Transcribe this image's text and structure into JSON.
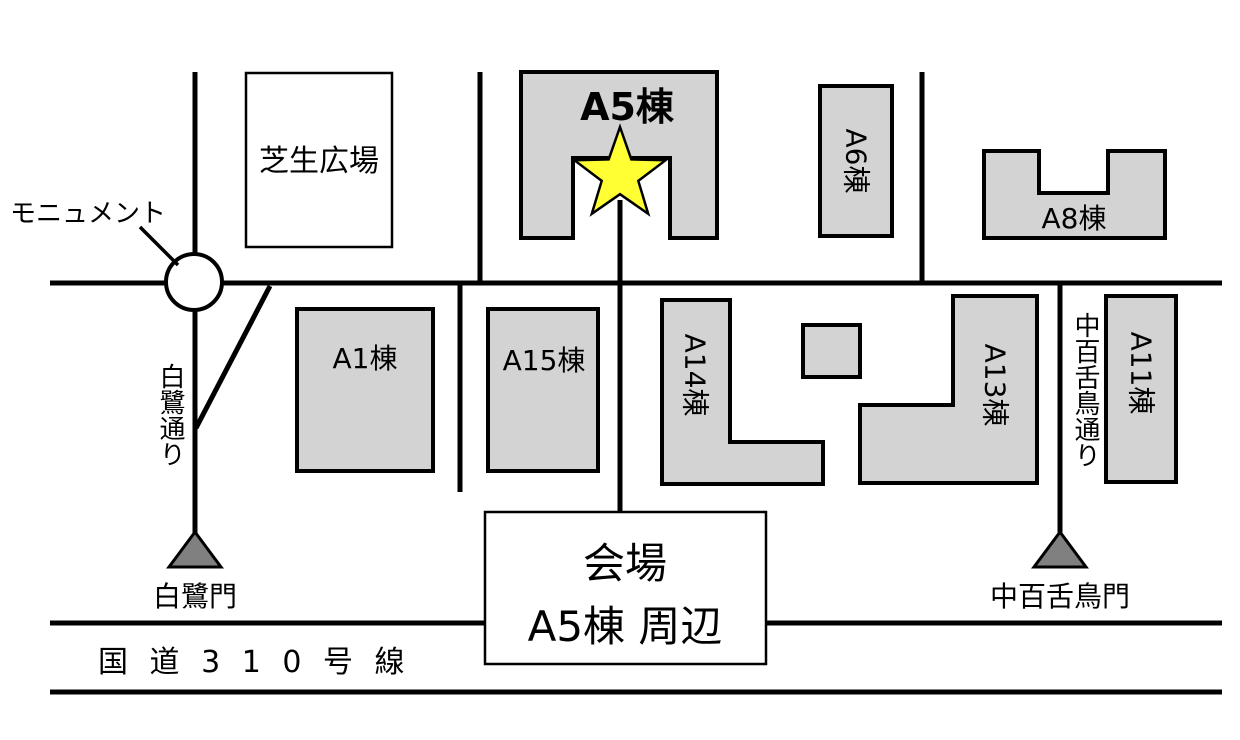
{
  "map": {
    "title_line1": "会場",
    "title_line2": "A5棟 周辺",
    "lawn": "芝生広場",
    "monument": "モニュメント",
    "buildings": {
      "a5": "A5棟",
      "a6": "A6棟",
      "a8": "A8棟",
      "a1": "A1棟",
      "a15": "A15棟",
      "a14": "A14棟",
      "a13": "A13棟",
      "a11": "A11棟"
    },
    "streets": {
      "shirasagi_dori": "白鷺通り",
      "mozu_dori": "中百舌鳥通り"
    },
    "gates": {
      "shirasagi": "白鷺門",
      "mozu": "中百舌鳥門"
    },
    "route": "国 道 3 1 0 号 線",
    "colors": {
      "building_fill": "#d3d3d3",
      "star_fill": "#ffff33",
      "gate_fill": "#808080"
    },
    "icons": {
      "venue_marker": "star-icon",
      "gate_marker": "triangle-icon",
      "monument_marker": "circle-icon"
    }
  }
}
